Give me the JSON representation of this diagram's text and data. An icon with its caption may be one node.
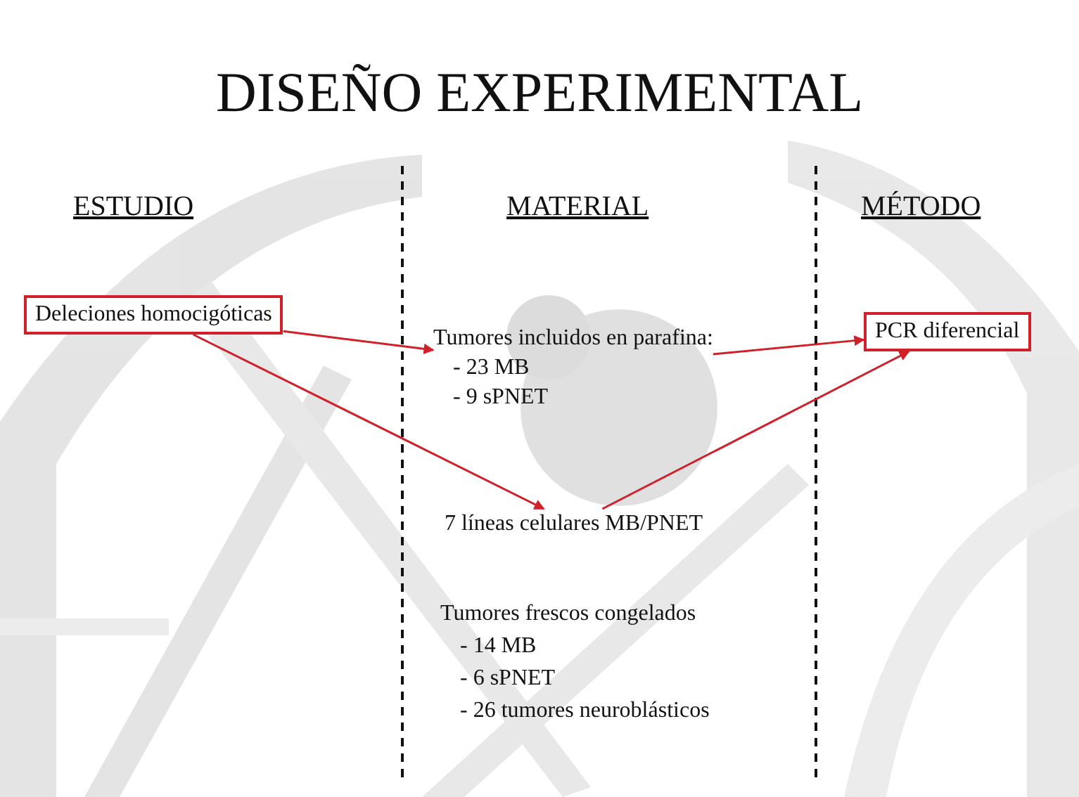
{
  "diagram": {
    "title": "DISEÑO EXPERIMENTAL",
    "nodes": [
      {
        "text": [
          "Deleciones homocigóticas"
        ]
      },
      {
        "text": [
          "Tumores incluidos en parafina:",
          "- 23 MB",
          "- 9 sPNET"
        ]
      },
      {
        "text": [
          "7 líneas celulares MB/PNET"
        ]
      },
      {
        "text": [
          "PCR diferencial"
        ]
      }
    ],
    "edges": [
      {
        "from": 0,
        "to": 1,
        "arrow": "to"
      },
      {
        "from": 0,
        "to": 2,
        "arrow": "to"
      },
      {
        "from": 1,
        "to": 3,
        "arrow": "to"
      },
      {
        "from": 2,
        "to": 3,
        "arrow": "to"
      }
    ],
    "labels": [
      "ESTUDIO",
      "MATERIAL",
      "MÉTODO",
      "Tumores frescos congelados",
      "- 14 MB",
      "- 6 sPNET",
      "- 26 tumores neuroblásticos"
    ]
  }
}
